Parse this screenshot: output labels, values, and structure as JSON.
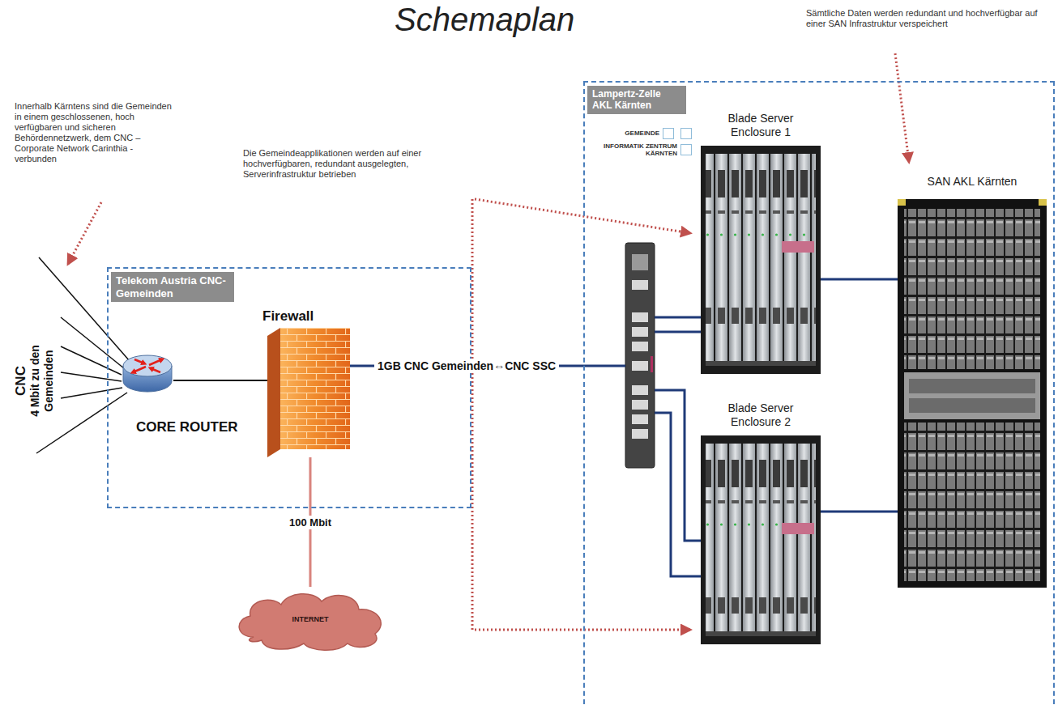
{
  "diagram": {
    "title": "Schemaplan",
    "nodes": [
      {
        "text": [
          "Telekom Austria CNC-Gemeinden"
        ]
      },
      {
        "text": [
          "CORE ROUTER"
        ],
        "in": 0
      },
      {
        "text": [
          "Firewall"
        ],
        "in": 0
      },
      {
        "text": [
          "INTERNET"
        ]
      },
      {
        "text": [
          "Lampertz-Zelle AKL Kärnten"
        ]
      },
      {
        "text": [
          "Blade Server Enclosure 1"
        ],
        "in": 4
      },
      {
        "text": [
          "Blade Server Enclosure 2"
        ],
        "in": 4
      },
      {
        "text": [
          "SAN AKL Kärnten"
        ],
        "in": 4
      }
    ],
    "edges": [
      {
        "from": 1,
        "to": 2,
        "arrow": "none"
      },
      {
        "from": 2,
        "to": 3,
        "label": "100 Mbit",
        "arrow": "none"
      },
      {
        "from": 2,
        "to": 4,
        "label": "1GB CNC Gemeinden⇔CNC SSC",
        "arrow": "none"
      },
      {
        "from": 5,
        "to": 7,
        "arrow": "none"
      },
      {
        "from": 6,
        "to": 7,
        "arrow": "none"
      }
    ],
    "labels": [
      "Innerhalb Kärntens sind die Gemeinden in einem geschlossenen, hoch verfügbaren und sicheren Behördennetzwerk, dem CNC – Corporate Network Carinthia - verbunden",
      "Die Gemeindeapplikationen werden auf einer hochverfügbaren, redundant ausgelegten, Serverinfrastruktur betrieben",
      "Sämtliche Daten werden redundant und hochverfügbar auf einer SAN Infrastruktur verspeichert",
      "CNC",
      "4 Mbit zu den Gemeinden"
    ],
    "legend": [
      {
        "text": "GEMEINDE"
      },
      {
        "text": "INFORMATIK ZENTRUM KÄRNTEN"
      }
    ]
  }
}
